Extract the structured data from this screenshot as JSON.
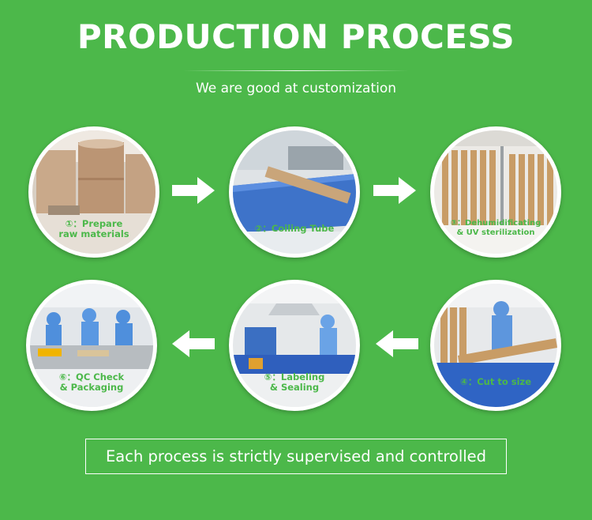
{
  "header": {
    "title": "PRODUCTION PROCESS",
    "subtitle": "We are good at customization"
  },
  "steps": [
    {
      "line1": "①：Prepare",
      "line2": "raw materials"
    },
    {
      "line1": "②：Coiling Tube",
      "line2": ""
    },
    {
      "line1": "③：Dehumidificating",
      "line2": "& UV sterilization"
    },
    {
      "line1": "④：Cut to size",
      "line2": ""
    },
    {
      "line1": "⑤：Labeling",
      "line2": "& Sealing"
    },
    {
      "line1": "⑥：QC Check",
      "line2": "& Packaging"
    }
  ],
  "footer": {
    "text": "Each process is strictly supervised and controlled"
  },
  "colors": {
    "background": "#4cb84a",
    "caption": "#4cb84a",
    "arrow": "#ffffff"
  },
  "icons": {
    "arrow_right": "arrow-right-icon",
    "arrow_left": "arrow-left-icon"
  }
}
